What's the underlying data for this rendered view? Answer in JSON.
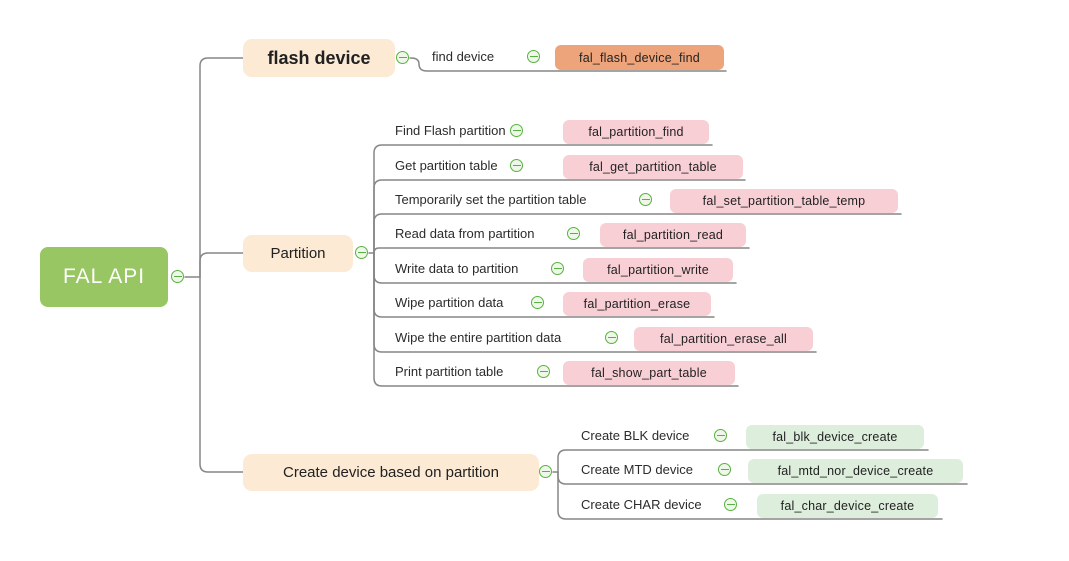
{
  "root": {
    "label": "FAL API"
  },
  "branches": [
    {
      "label": "flash device",
      "children": [
        {
          "label": "find device",
          "api": "fal_flash_device_find"
        }
      ]
    },
    {
      "label": "Partition",
      "children": [
        {
          "label": "Find Flash partition",
          "api": "fal_partition_find"
        },
        {
          "label": "Get partition table",
          "api": "fal_get_partition_table"
        },
        {
          "label": "Temporarily set the partition table",
          "api": "fal_set_partition_table_temp"
        },
        {
          "label": "Read data from partition",
          "api": "fal_partition_read"
        },
        {
          "label": "Write data to partition",
          "api": "fal_partition_write"
        },
        {
          "label": "Wipe partition data",
          "api": "fal_partition_erase"
        },
        {
          "label": "Wipe the entire partition data",
          "api": "fal_partition_erase_all"
        },
        {
          "label": "Print partition table",
          "api": "fal_show_part_table"
        }
      ]
    },
    {
      "label": "Create device based on partition",
      "children": [
        {
          "label": "Create BLK device",
          "api": "fal_blk_device_create"
        },
        {
          "label": "Create MTD device",
          "api": "fal_mtd_nor_device_create"
        },
        {
          "label": "Create CHAR device",
          "api": "fal_char_device_create"
        }
      ]
    }
  ],
  "icons": {
    "collapse": "minus-circle"
  },
  "colors": {
    "root_bg": "#97c663",
    "topic_bg": "#fcead5",
    "api_orange": "#eda47a",
    "api_pink": "#f9cfd6",
    "api_green": "#ddeedc",
    "connector": "#868686",
    "collapse_green": "#57b33e",
    "root_text": "#ffffff",
    "label_text": "#2b2b2b"
  }
}
